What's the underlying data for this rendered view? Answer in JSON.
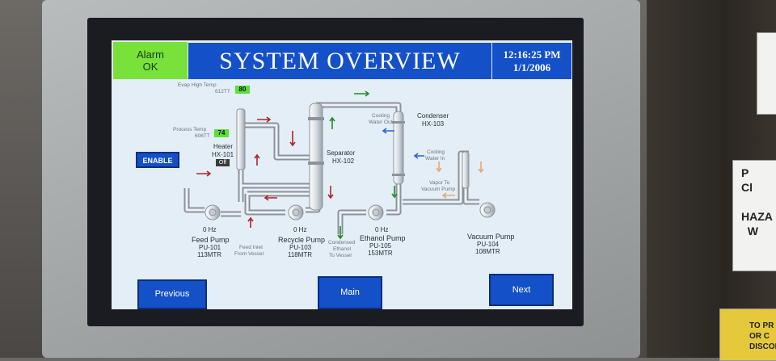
{
  "header": {
    "title": "SYSTEM OVERVIEW",
    "alarm_line1": "Alarm",
    "alarm_line2": "OK",
    "time": "12:16:25 PM",
    "date": "1/1/2006"
  },
  "readings": {
    "evap_high_temp_label": "Evap High Temp",
    "evap_high_temp_tag": "612TT",
    "evap_high_temp_value": "80",
    "process_temp_label": "Process Temp",
    "process_temp_tag": "606TT",
    "process_temp_value": "74"
  },
  "equipment": {
    "heater_name": "Heater",
    "heater_tag": "HX-101",
    "heater_state": "Off",
    "separator_name": "Separator",
    "separator_tag": "HX-102",
    "condenser_name": "Condenser",
    "condenser_tag": "HX-103",
    "feed_pump_hz": "0  Hz",
    "feed_pump_name": "Feed Pump",
    "feed_pump_tag": "PU-101",
    "feed_pump_mtr": "113MTR",
    "recycle_pump_hz": "0  Hz",
    "recycle_pump_name": "Recycle Pump",
    "recycle_pump_tag": "PU-103",
    "recycle_pump_mtr": "118MTR",
    "ethanol_pump_hz": "0  Hz",
    "ethanol_pump_name": "Ethanol Pump",
    "ethanol_pump_tag": "PU-105",
    "ethanol_pump_mtr": "153MTR",
    "vacuum_pump_name": "Vacuum Pump",
    "vacuum_pump_tag": "PU-104",
    "vacuum_pump_mtr": "108MTR"
  },
  "flows": {
    "cooling_water_out_1": "Cooling",
    "cooling_water_out_2": "Water Out",
    "cooling_water_in_1": "Cooling",
    "cooling_water_in_2": "Water In",
    "vapor_to_vacuum_1": "Vapor To",
    "vapor_to_vacuum_2": "Vacuum Pump",
    "feed_inlet_1": "Feed Inlet",
    "feed_inlet_2": "From Vessel",
    "condensed_1": "Condensed",
    "condensed_2": "Ethanol",
    "condensed_3": "To Vessel"
  },
  "buttons": {
    "enable": "ENABLE",
    "previous": "Previous",
    "main": "Main",
    "next": "Next"
  },
  "colors": {
    "title_bar": "#1450c8",
    "alarm_ok": "#78e23a",
    "arrow_red": "#b0242a",
    "arrow_green": "#1f8a2a",
    "arrow_blue": "#2a62d0",
    "arrow_orange": "#e8a870"
  }
}
